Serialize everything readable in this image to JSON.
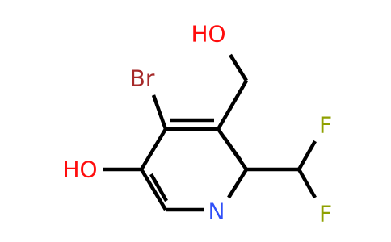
{
  "atoms": {
    "oh_top": "HO",
    "br": "Br",
    "oh_left": "HO",
    "n": "N",
    "f_top": "F",
    "f_bottom": "F"
  },
  "colors": {
    "bond": "#000000",
    "oxygen": "#ff0d0d",
    "bromine": "#a62929",
    "nitrogen": "#3050f8",
    "fluorine": "#8fa000"
  }
}
